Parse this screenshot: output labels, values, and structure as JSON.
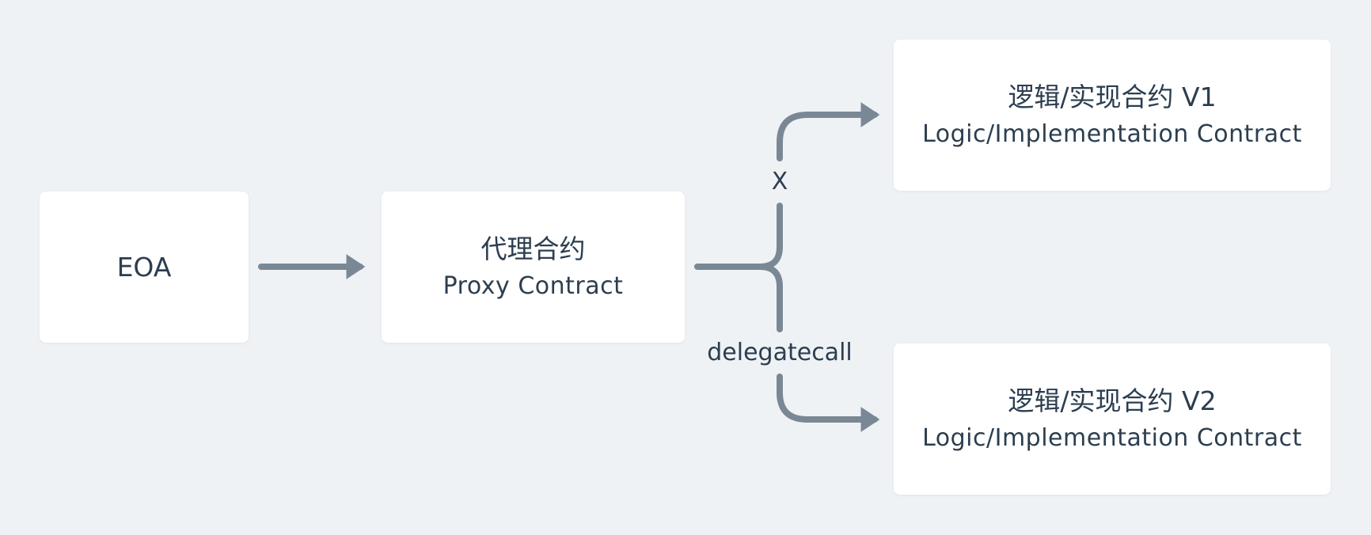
{
  "colors": {
    "background": "#eff2f5",
    "box": "#ffffff",
    "text": "#2c3e50",
    "arrow": "#7a8896"
  },
  "nodes": {
    "eoa": {
      "label": "EOA"
    },
    "proxy": {
      "title_zh": "代理合约",
      "title_en": "Proxy Contract"
    },
    "logic_v1": {
      "title_zh": "逻辑/实现合约 V1",
      "title_en": "Logic/Implementation Contract"
    },
    "logic_v2": {
      "title_zh": "逻辑/实现合约 V2",
      "title_en": "Logic/Implementation Contract"
    }
  },
  "edges": {
    "eoa_to_proxy": {
      "label": ""
    },
    "proxy_to_v1": {
      "label": "X"
    },
    "proxy_to_v2": {
      "label": "delegatecall"
    }
  }
}
